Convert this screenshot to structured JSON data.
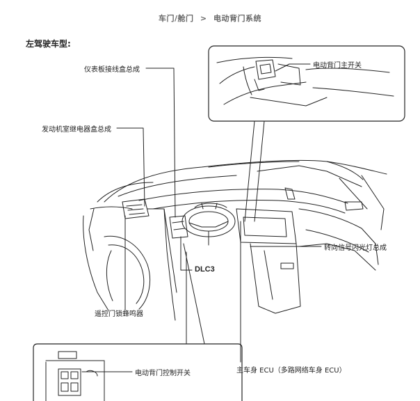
{
  "header": {
    "crumb_1": "车门/舱门",
    "separator": ">",
    "crumb_2": "电动背门系统"
  },
  "subtitle": "左驾驶车型:",
  "labels": {
    "instrument_junction": "仪表板接线盒总成",
    "engine_relay_box": "发动机室继电器盒总成",
    "back_door_main_switch": "电动背门主开关",
    "turn_signal_flasher": "转向信号闪光灯总成",
    "dlc3": "DLC3",
    "remote_buzzer": "遥控门锁蜂鸣器",
    "main_body_ecu": "主车身 ECU（多路网络车身 ECU）",
    "back_door_control_switch": "电动背门控制开关"
  }
}
